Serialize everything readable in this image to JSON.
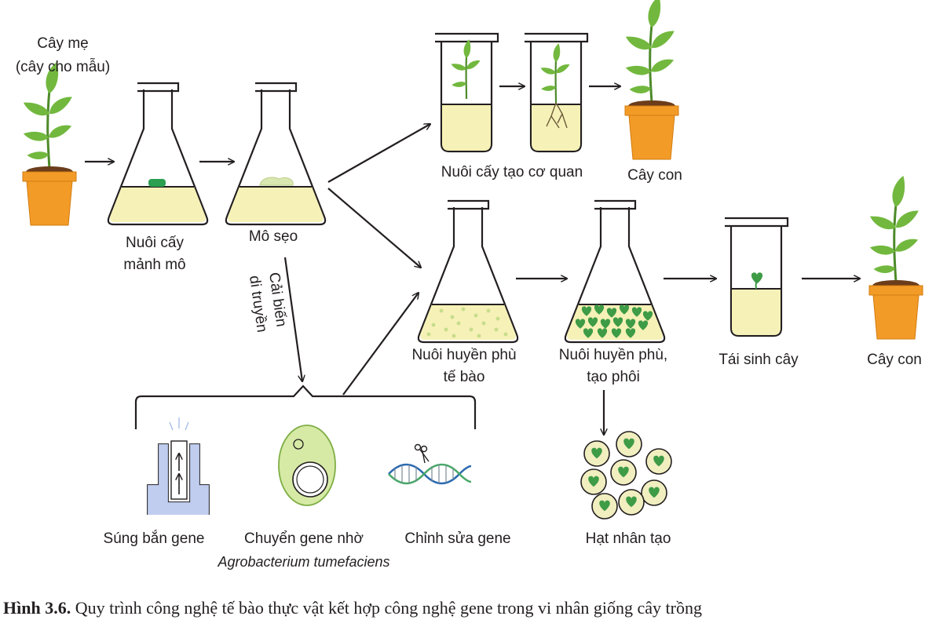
{
  "labels": {
    "mother_plant_line1": "Cây mẹ",
    "mother_plant_line2": "(cây cho mẫu)",
    "tissue_culture_line1": "Nuôi cấy",
    "tissue_culture_line2": "mảnh mô",
    "callus": "Mô sẹo",
    "organ_culture": "Nuôi cấy tạo cơ quan",
    "plantlet_top": "Cây con",
    "suspension_line1": "Nuôi huyền phù",
    "suspension_line2": "tế bào",
    "embryo_line1": "Nuôi huyền phù,",
    "embryo_line2": "tạo phôi",
    "regeneration": "Tái sinh cây",
    "plantlet_bottom": "Cây con",
    "artificial_seed": "Hạt nhân tạo",
    "genetic_mod_line1": "Cải biến",
    "genetic_mod_line2": "di truyền",
    "gene_gun": "Súng bắn gene",
    "agro_transfer": "Chuyển gene nhờ",
    "agro_species": "Agrobacterium tumefaciens",
    "gene_editing": "Chỉnh sửa gene"
  },
  "caption": {
    "bold": "Hình 3.6.",
    "text": " Quy trình công nghệ tế bào thực vật kết hợp công nghệ gene trong vi nhân giống cây trồng"
  },
  "colors": {
    "leaf": "#72b83e",
    "pot": "#f39b27",
    "medium": "#f6f1b6",
    "tissue": "#2aa050",
    "callus": "#d9e7b0",
    "embryo": "#3e9b46",
    "gun": "#b9c8ec",
    "cell": "#d6eaa6",
    "dna_blue": "#2c6ab0",
    "dna_green": "#4aa86a",
    "seed": "#f1eec0"
  }
}
